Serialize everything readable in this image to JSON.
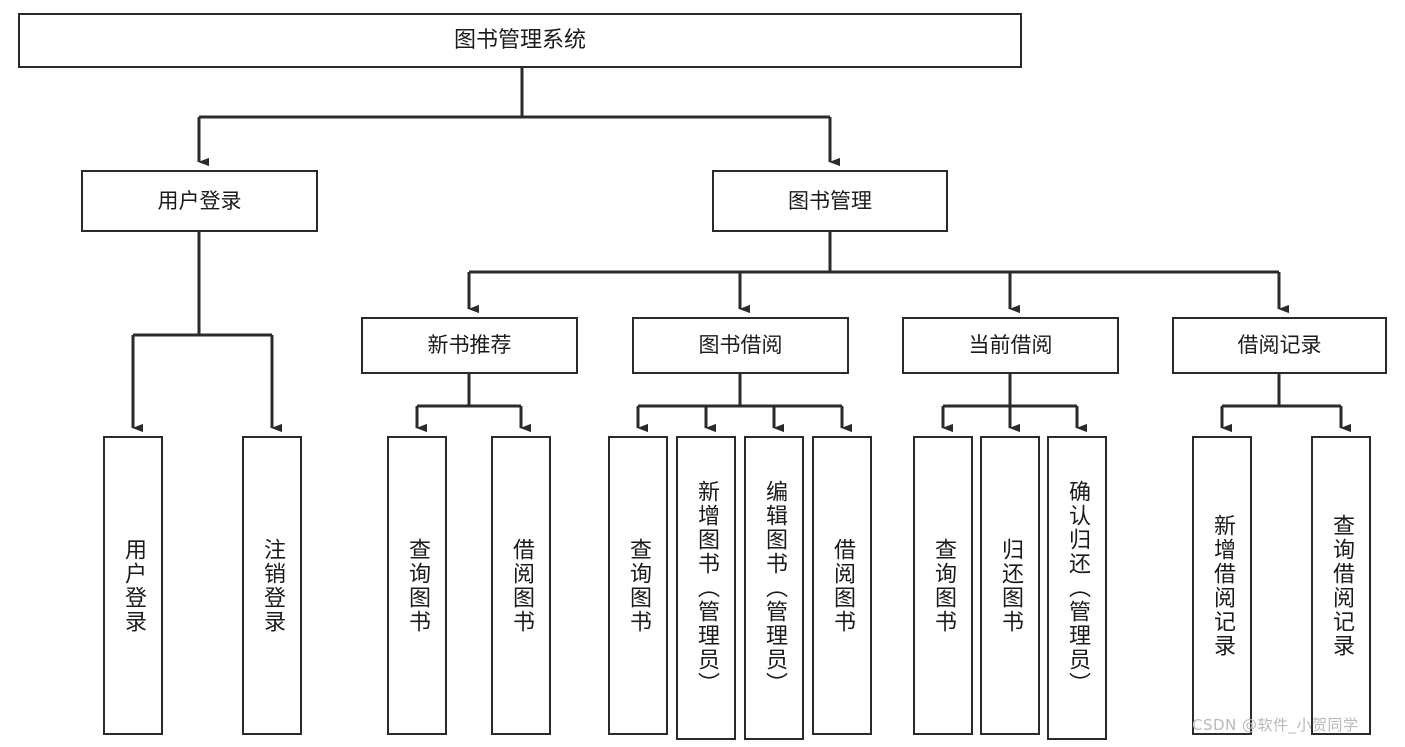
{
  "diagram": {
    "title": "图书管理系统",
    "type": "hierarchy-tree",
    "root": {
      "label": "图书管理系统"
    },
    "level2": [
      {
        "label": "用户登录"
      },
      {
        "label": "图书管理"
      }
    ],
    "level3": [
      {
        "label": "新书推荐"
      },
      {
        "label": "图书借阅"
      },
      {
        "label": "当前借阅"
      },
      {
        "label": "借阅记录"
      }
    ],
    "leaves": {
      "user_login": [
        {
          "label": "用户登录"
        },
        {
          "label": "注销登录"
        }
      ],
      "new_book_recommend": [
        {
          "label": "查询图书"
        },
        {
          "label": "借阅图书"
        }
      ],
      "book_borrow": [
        {
          "label": "查询图书"
        },
        {
          "label": "新增图书（管理员）"
        },
        {
          "label": "编辑图书（管理员）"
        },
        {
          "label": "借阅图书"
        }
      ],
      "current_borrow": [
        {
          "label": "查询图书"
        },
        {
          "label": "归还图书"
        },
        {
          "label": "确认归还（管理员）"
        }
      ],
      "borrow_record": [
        {
          "label": "新增借阅记录"
        },
        {
          "label": "查询借阅记录"
        }
      ]
    }
  },
  "watermark": {
    "text": "CSDN @软件_小贺同学"
  },
  "colors": {
    "border": "#2b2b2b",
    "background": "#ffffff",
    "text": "#1b1b1b",
    "watermark": "#b9b9b9"
  }
}
